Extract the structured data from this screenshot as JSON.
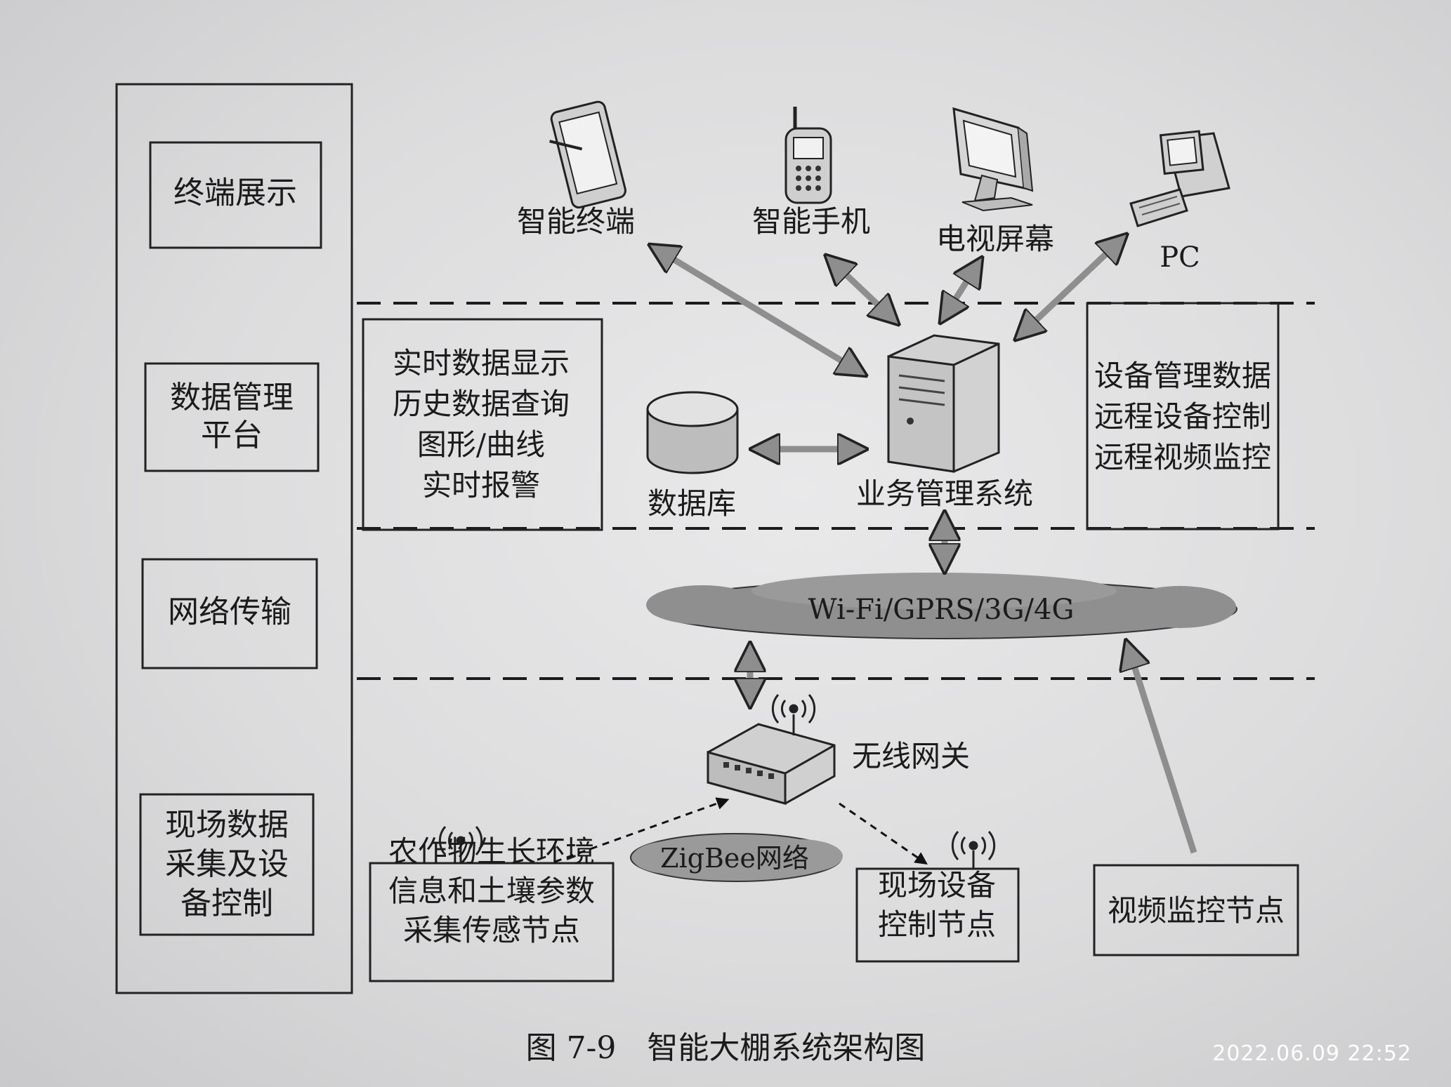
{
  "layers": [
    {
      "id": "terminal",
      "label": "终端展示"
    },
    {
      "id": "data",
      "label": "数据管理平台"
    },
    {
      "id": "network",
      "label": "网络传输"
    },
    {
      "id": "field",
      "label": "现场数据采集及设备控制"
    }
  ],
  "devices": {
    "tablet": "智能终端",
    "phone": "智能手机",
    "tv": "电视屏幕",
    "pc": "PC"
  },
  "platform": {
    "functions": [
      "实时数据显示",
      "历史数据查询",
      "图形/曲线",
      "实时报警"
    ],
    "database": "数据库",
    "business_system": "业务管理系统",
    "remote": [
      "设备管理数据",
      "远程设备控制",
      "远程视频监控"
    ]
  },
  "network": {
    "cloud": "Wi-Fi/GPRS/3G/4G"
  },
  "field": {
    "gateway": "无线网关",
    "zigbee": "ZigBee网络",
    "sensor_node": "农作物生长环境信息和土壤参数采集传感节点",
    "control_node": "现场设备控制节点",
    "video_node": "视频监控节点"
  },
  "caption": "图 7-9　智能大棚系统架构图",
  "timestamp": "2022.06.09  22:52"
}
